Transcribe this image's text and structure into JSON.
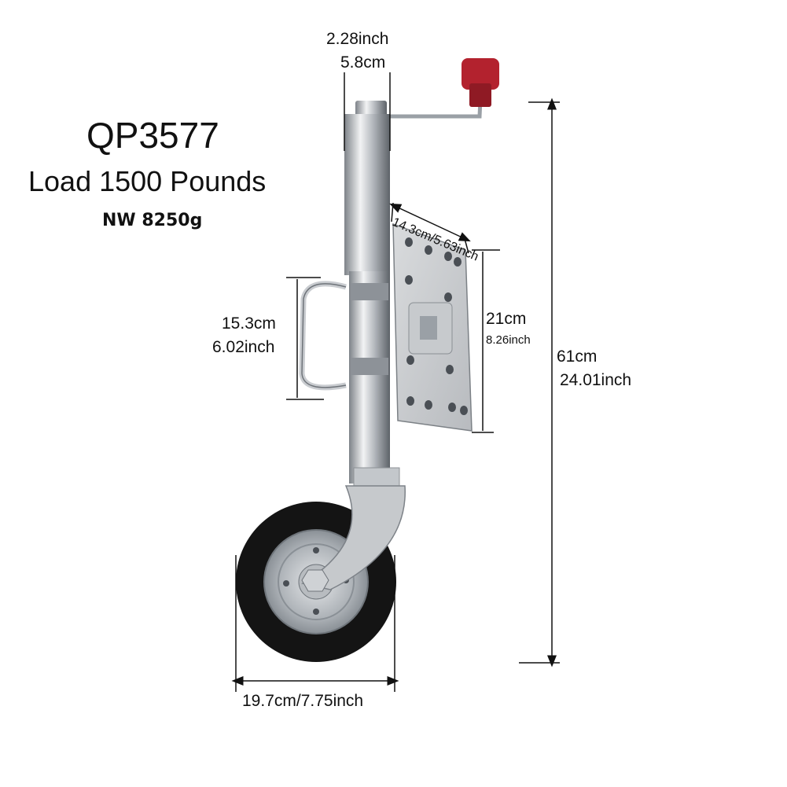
{
  "product": {
    "model": "QP3577",
    "load": "Load 1500 Pounds",
    "weight": "NW 8250g"
  },
  "dimensions": {
    "tube_width_inch": "2.28inch",
    "tube_width_cm": "5.8cm",
    "plate_width": "14.3cm/5.63inch",
    "handle_span_cm": "15.3cm",
    "handle_span_inch": "6.02inch",
    "plate_height_cm": "21cm",
    "plate_height_inch": "8.26inch",
    "total_height_cm": "61cm",
    "total_height_inch": "24.01inch",
    "wheel_diameter": "19.7cm/7.75inch"
  },
  "colors": {
    "knob": "#b3222e",
    "metal": "#c9ccd0",
    "tire": "#141414",
    "dimension_line": "#111111"
  }
}
